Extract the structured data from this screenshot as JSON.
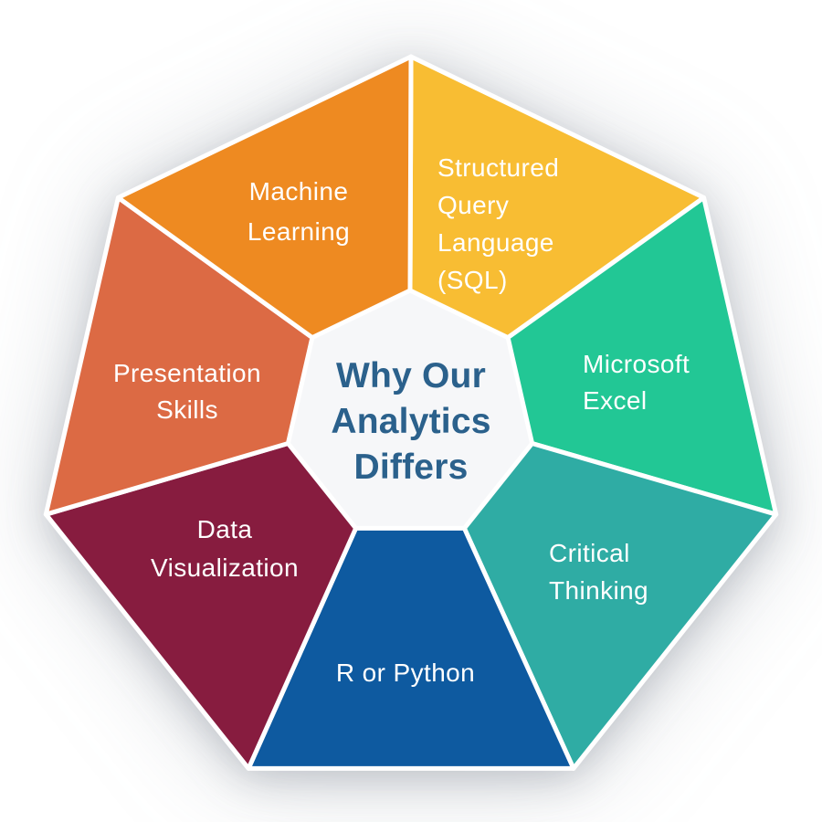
{
  "title": {
    "line1": "Why Our",
    "line2": "Analytics",
    "line3": "Differs",
    "color": "#2B618C"
  },
  "label_text_color": "#FFFFFF",
  "center_fill": "#F6F7F9",
  "divider_color": "#FFFFFF",
  "background": "#FFFFFF",
  "segments": [
    {
      "name": "sql",
      "color": "#F8BD33",
      "lines": {
        "l1": "Structured",
        "l2": "Query",
        "l3": "Language",
        "l4": "(SQL)"
      }
    },
    {
      "name": "microsoft-excel",
      "color": "#22C795",
      "lines": {
        "l1": "Microsoft",
        "l2": "Excel"
      }
    },
    {
      "name": "critical-thinking",
      "color": "#2FACA4",
      "lines": {
        "l1": "Critical",
        "l2": "Thinking"
      }
    },
    {
      "name": "r-or-python",
      "color": "#0E5AA0",
      "lines": {
        "l1": "R or Python"
      }
    },
    {
      "name": "data-visualization",
      "color": "#871C3F",
      "lines": {
        "l1": "Data",
        "l2": "Visualization"
      }
    },
    {
      "name": "presentation-skills",
      "color": "#DC6A44",
      "lines": {
        "l1": "Presentation",
        "l2": "Skills"
      }
    },
    {
      "name": "machine-learning",
      "color": "#EE8A21",
      "lines": {
        "l1": "Machine",
        "l2": "Learning"
      }
    }
  ]
}
